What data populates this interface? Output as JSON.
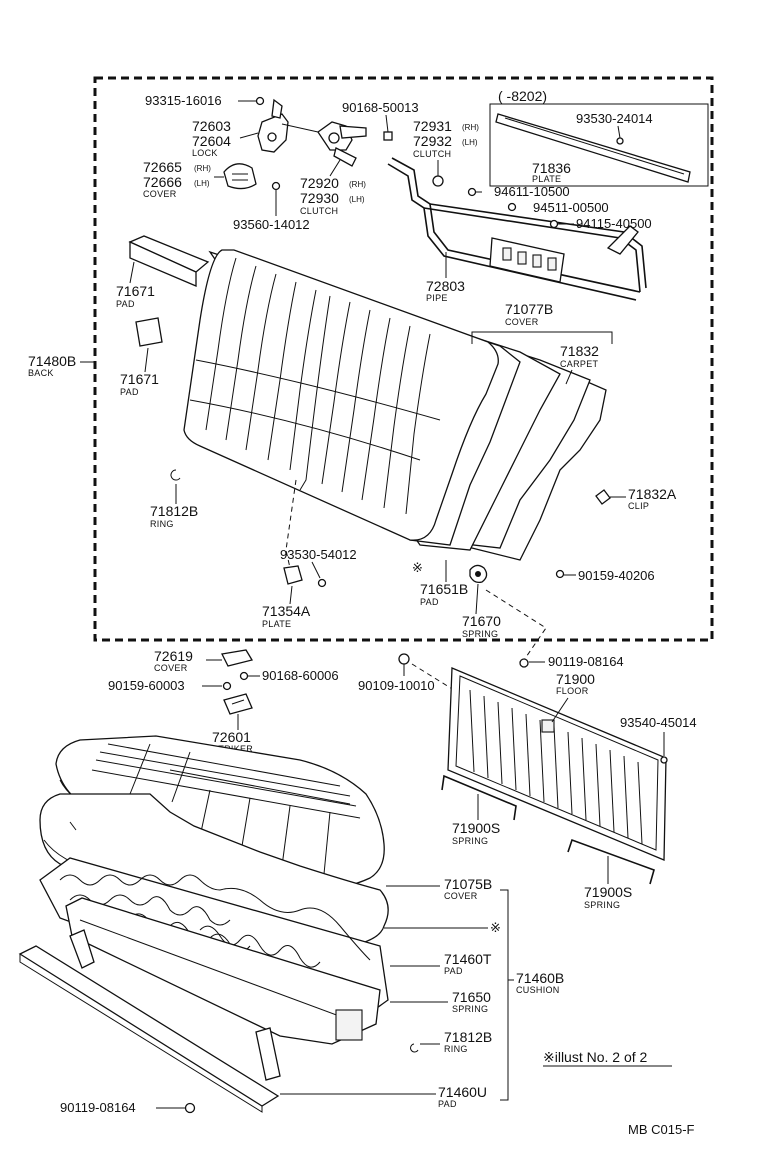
{
  "diagram": {
    "range_label": "(    -8202)",
    "code": "MB C015-F",
    "note": "※illust No. 2 of 2",
    "asterisk": "※",
    "labels": {
      "p93315": "93315-16016",
      "p72603": "72603",
      "p72604": "72604",
      "lock": "LOCK",
      "p72665": "72665",
      "p72666": "72666",
      "rh": "(RH)",
      "lh": "(LH)",
      "cover": "COVER",
      "p90168a": "90168-50013",
      "p72931": "72931",
      "p72932": "72932",
      "clutch": "CLUTCH",
      "p72920": "72920",
      "p72930": "72930",
      "p93560": "93560-14012",
      "p93530a": "93530-24014",
      "p71836": "71836",
      "plate": "PLATE",
      "p94611": "94611-10500",
      "p94511": "94511-00500",
      "p94115": "94115-40500",
      "p72803": "72803",
      "pipe": "PIPE",
      "p71077b": "71077B",
      "p71832": "71832",
      "carpet": "CARPET",
      "p71671a": "71671",
      "p71671b": "71671",
      "pad": "PAD",
      "p71480b": "71480B",
      "back": "BACK",
      "p71812b": "71812B",
      "ring": "RING",
      "p71832a": "71832A",
      "clip": "CLIP",
      "p93530b": "93530-54012",
      "p71354a": "71354A",
      "p71651b": "71651B",
      "p90159a": "90159-40206",
      "p71670": "71670",
      "spring": "SPRING",
      "p72619": "72619",
      "p90168b": "90168-60006",
      "p90159b": "90159-60003",
      "p90109": "90109-10010",
      "p90119a": "90119-08164",
      "p71900": "71900",
      "floor": "FLOOR",
      "p93540": "93540-45014",
      "p72601": "72601",
      "striker": "STRIKER",
      "p71900s_a": "71900S",
      "p71900s_b": "71900S",
      "p71075b": "71075B",
      "p71460t": "71460T",
      "p71460b": "71460B",
      "cushion": "CUSHION",
      "p71650": "71650",
      "p71812b_2": "71812B",
      "p71460u": "71460U",
      "p90119b": "90119-08164"
    }
  }
}
